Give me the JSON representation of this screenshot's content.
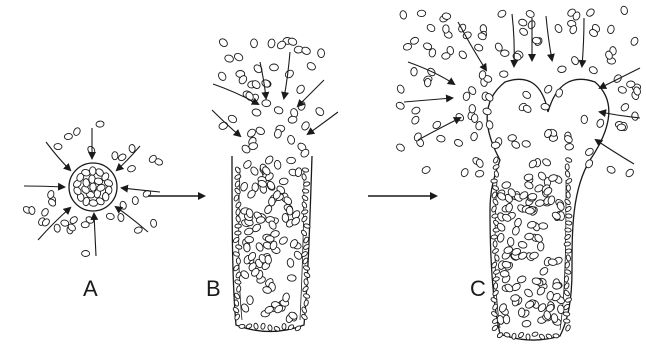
{
  "stages": [
    {
      "id": "A",
      "label": "A"
    },
    {
      "id": "B",
      "label": "B"
    },
    {
      "id": "C",
      "label": "C"
    }
  ],
  "colors": {
    "ink": "#1a1a1a",
    "background": "#ffffff"
  }
}
